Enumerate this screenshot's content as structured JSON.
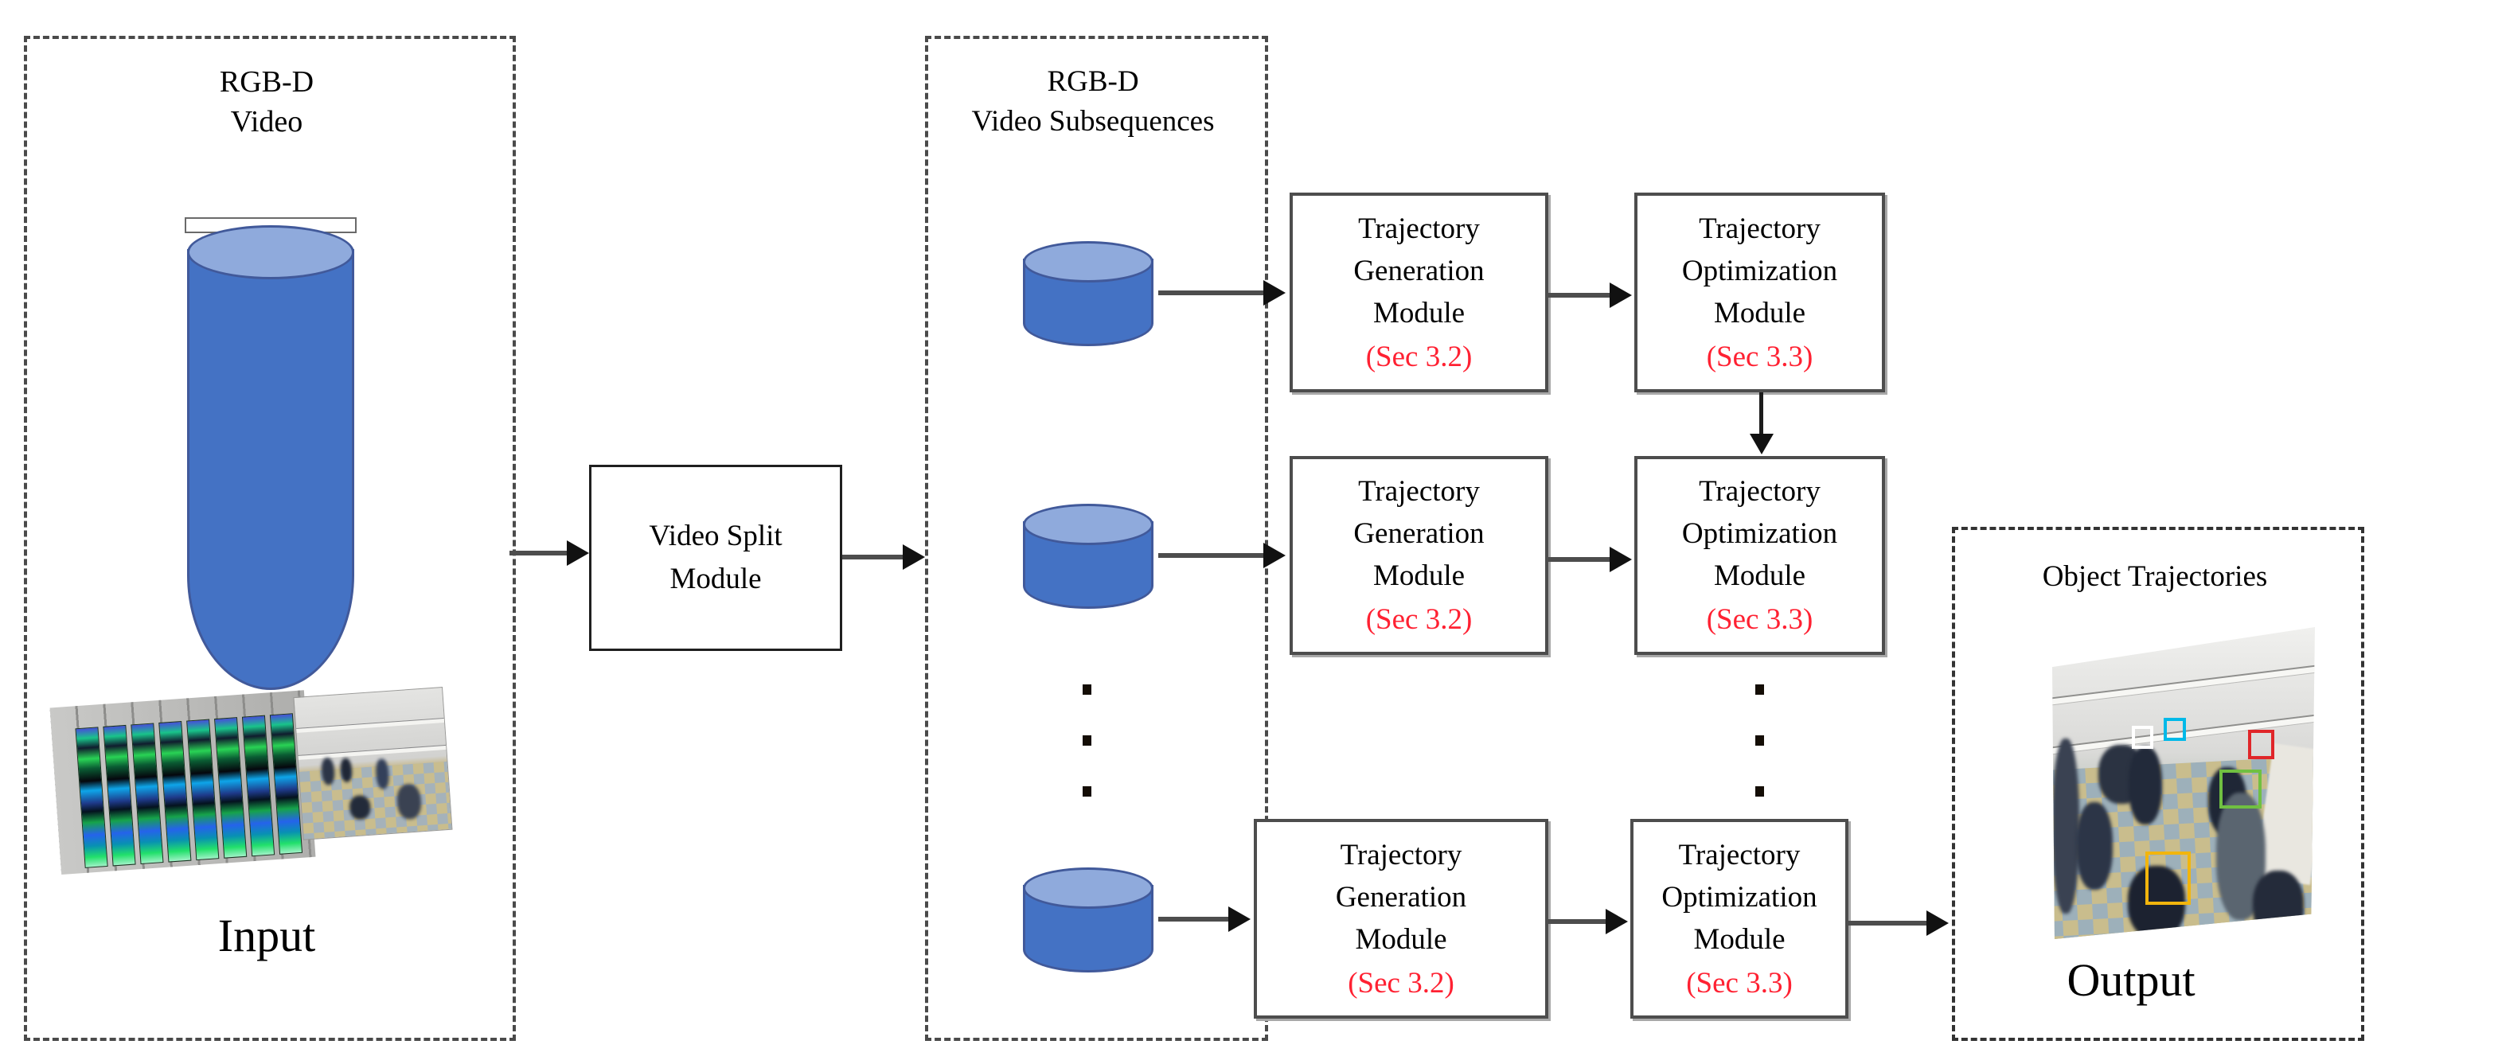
{
  "input_section": {
    "title_line1": "RGB-D",
    "title_line2": "Video",
    "caption": "Input"
  },
  "split_module": {
    "label_line1": "Video Split",
    "label_line2": "Module"
  },
  "subsequences_section": {
    "title_line1": "RGB-D",
    "title_line2": "Video Subsequences"
  },
  "pipeline_rows": [
    {
      "generation": {
        "line1": "Trajectory",
        "line2": "Generation",
        "line3": "Module",
        "section_ref": "(Sec 3.2)"
      },
      "optimization": {
        "line1": "Trajectory",
        "line2": "Optimization",
        "line3": "Module",
        "section_ref": "(Sec 3.3)"
      }
    },
    {
      "generation": {
        "line1": "Trajectory",
        "line2": "Generation",
        "line3": "Module",
        "section_ref": "(Sec 3.2)"
      },
      "optimization": {
        "line1": "Trajectory",
        "line2": "Optimization",
        "line3": "Module",
        "section_ref": "(Sec 3.3)"
      }
    },
    {
      "generation": {
        "line1": "Trajectory",
        "line2": "Generation",
        "line3": "Module",
        "section_ref": "(Sec 3.2)"
      },
      "optimization": {
        "line1": "Trajectory",
        "line2": "Optimization",
        "line3": "Module",
        "section_ref": "(Sec 3.3)"
      }
    }
  ],
  "output_section": {
    "title": "Object Trajectories",
    "caption": "Output"
  },
  "colors": {
    "section_ref_red": "#ff2132",
    "cylinder_body": "#4472c4",
    "cylinder_top": "#8faadc",
    "cylinder_border": "#41599a",
    "tracking_box_colors": [
      "#ffffff",
      "#00b9e8",
      "#e02629",
      "#70c041",
      "#f2b50d"
    ]
  }
}
